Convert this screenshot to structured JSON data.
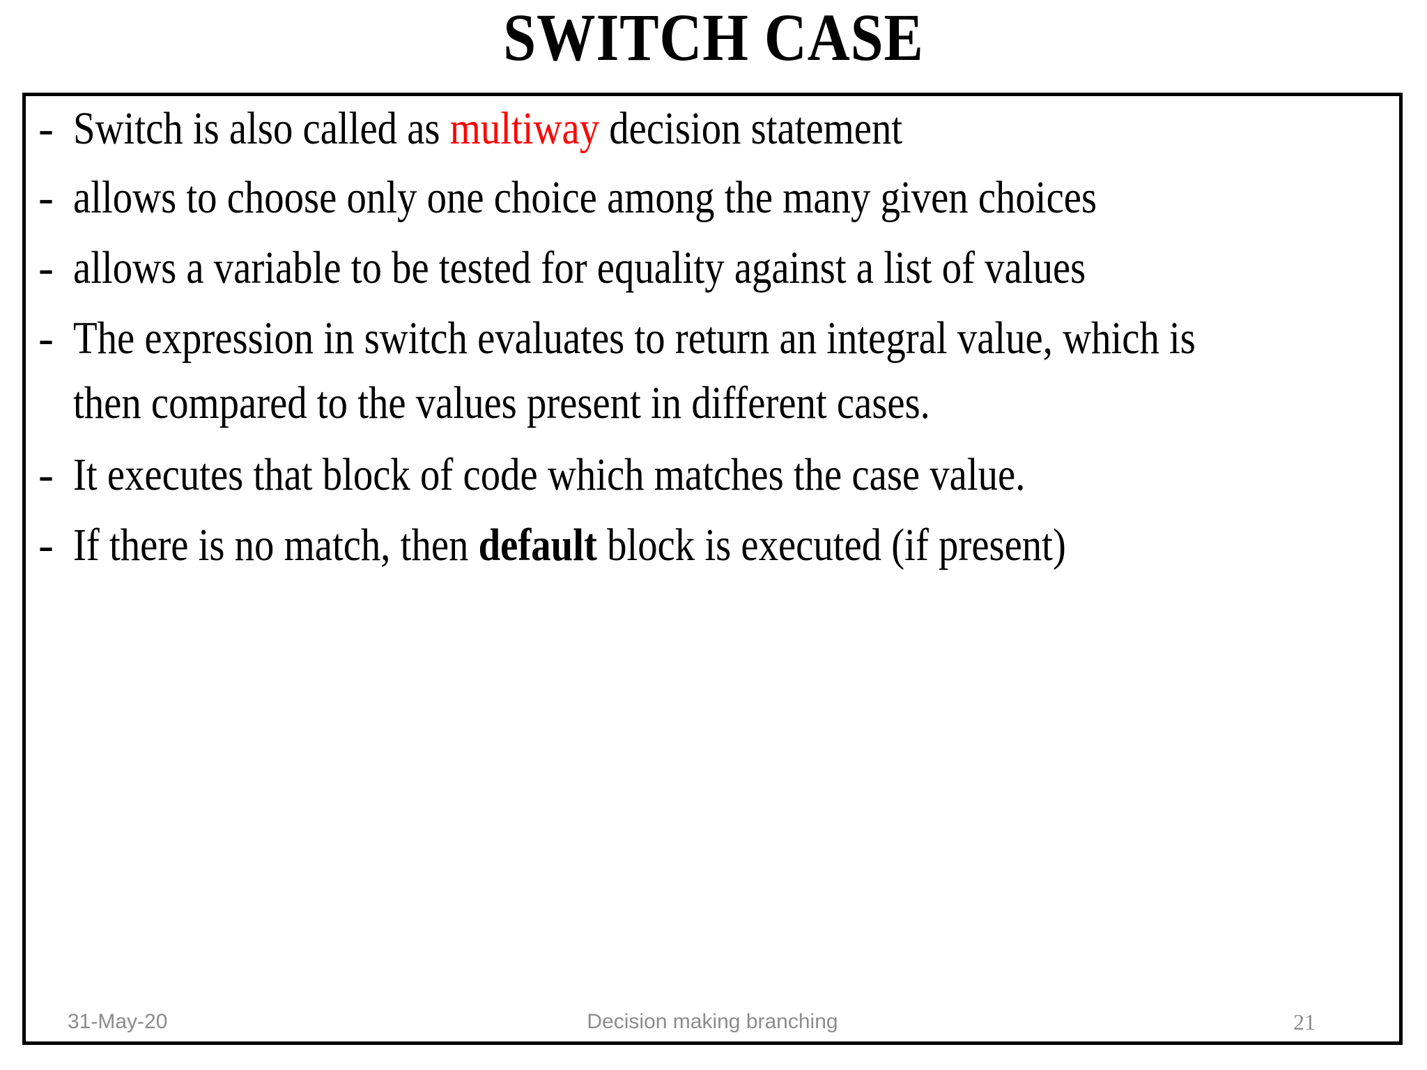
{
  "slide": {
    "title": "SWITCH CASE",
    "accent_color": "#ff0000",
    "border_color": "#000000",
    "background_color": "#ffffff",
    "footer_text_color": "#8c8c8c"
  },
  "bullets": [
    {
      "marker": "-",
      "segments": [
        {
          "text": "Switch is also called as ",
          "style": "normal"
        },
        {
          "text": "multiway",
          "style": "red"
        },
        {
          "text": " decision statement",
          "style": "normal"
        }
      ],
      "plain": "Switch is also called as multiway decision statement"
    },
    {
      "marker": "-",
      "segments": [
        {
          "text": "allows to choose only one choice among the many given choices",
          "style": "normal"
        }
      ],
      "plain": "allows to choose only one choice among the many given choices"
    },
    {
      "marker": "-",
      "segments": [
        {
          "text": "allows a variable to be tested for equality against a list of values",
          "style": "normal"
        }
      ],
      "plain": "allows a variable to be tested for equality against a list of values"
    },
    {
      "marker": "-",
      "segments": [
        {
          "text": "The expression in switch evaluates to return an integral value, which is then compared to the values present in different cases.",
          "style": "normal"
        }
      ],
      "plain": "The expression in switch evaluates to return an integral value, which is then compared to the values present in different cases."
    },
    {
      "marker": "-",
      "segments": [
        {
          "text": "It executes that block of code which matches the case value.",
          "style": "normal"
        }
      ],
      "plain": "It executes that block of code which matches the case value."
    },
    {
      "marker": "-",
      "segments": [
        {
          "text": "If there is no match, then ",
          "style": "normal"
        },
        {
          "text": "default",
          "style": "bold"
        },
        {
          "text": " block is executed (if present)",
          "style": "normal"
        }
      ],
      "plain": "If there is no match, then default block is executed (if present)"
    }
  ],
  "footer": {
    "date": "31-May-20",
    "center": "Decision making branching",
    "page_number": "21"
  }
}
